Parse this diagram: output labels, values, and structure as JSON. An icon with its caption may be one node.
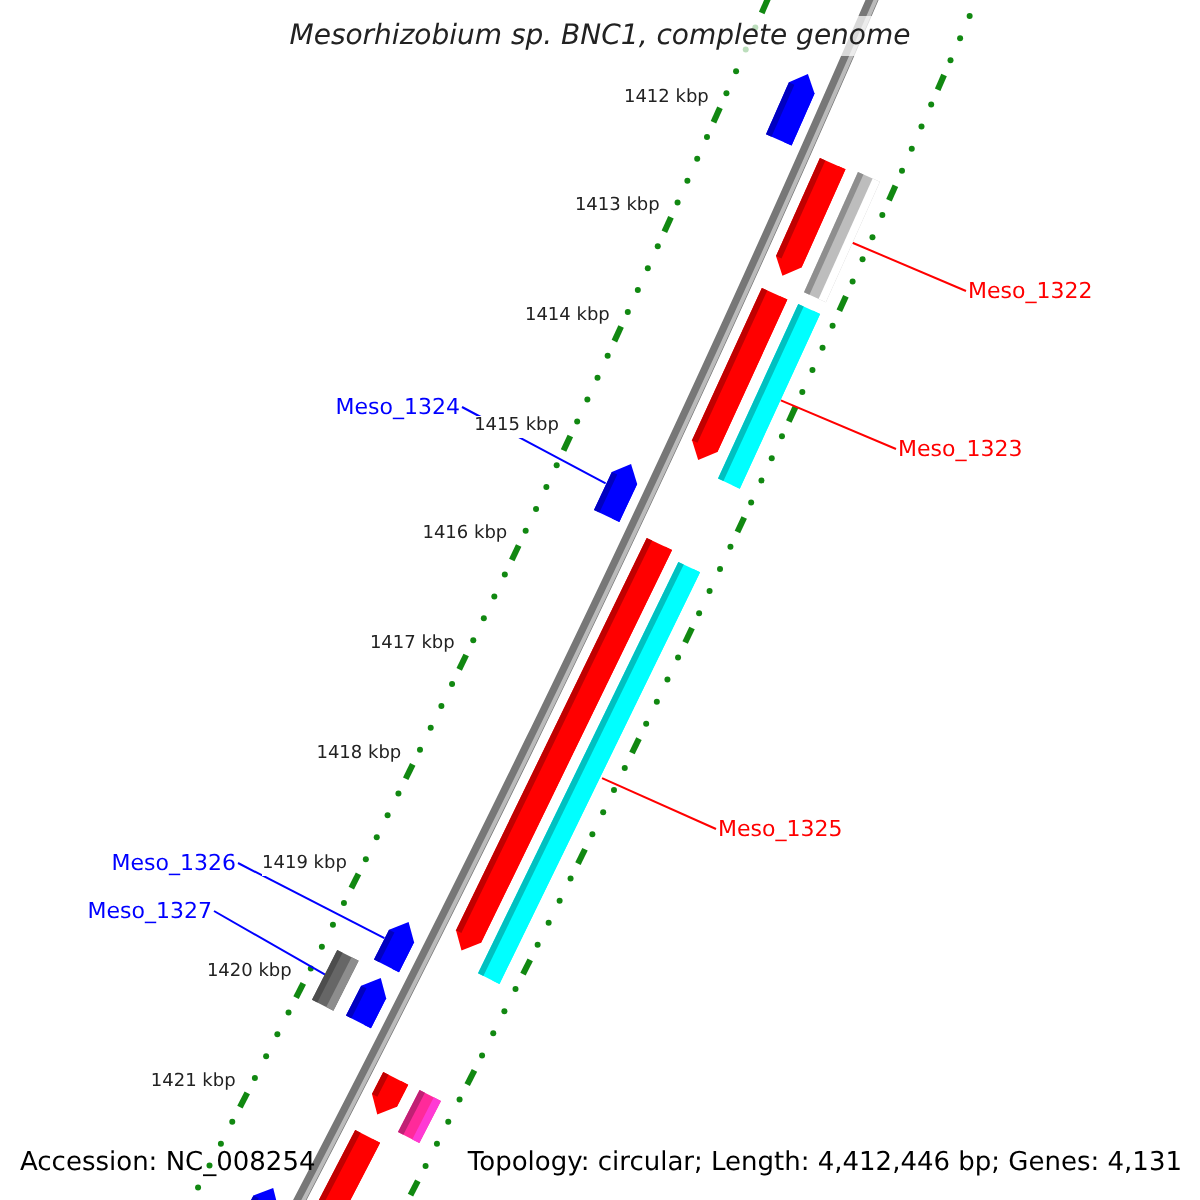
{
  "diagram": {
    "title": "Mesorhizobium sp. BNC1, complete genome",
    "nodes": [
      {
        "text": [],
        "shape": "arrow"
      },
      {
        "text": [],
        "shape": "arrow"
      },
      {
        "text": [
          "Meso_1322"
        ]
      },
      {
        "text": [],
        "shape": "bar"
      },
      {
        "text": [],
        "shape": "arrow"
      },
      {
        "text": [
          "Meso_1323"
        ]
      },
      {
        "text": [],
        "shape": "bar"
      },
      {
        "text": [
          "Meso_1324"
        ]
      },
      {
        "text": [],
        "shape": "arrow"
      },
      {
        "text": [],
        "shape": "arrow"
      },
      {
        "text": [],
        "shape": "bar"
      },
      {
        "text": [
          "Meso_1325"
        ]
      },
      {
        "text": [
          "Meso_1326"
        ]
      },
      {
        "text": [],
        "shape": "arrow"
      },
      {
        "text": [
          "Meso_1327"
        ]
      },
      {
        "text": [],
        "shape": "bar"
      },
      {
        "text": [],
        "shape": "arrow"
      },
      {
        "text": [],
        "shape": "arrow"
      },
      {
        "text": [],
        "shape": "bar"
      },
      {
        "text": [],
        "shape": "arrow"
      },
      {
        "text": [],
        "shape": "arrow"
      }
    ],
    "edges": [
      {
        "from": 2,
        "to": 3,
        "arrow": "none",
        "color": "#ff0000"
      },
      {
        "from": 5,
        "to": 6,
        "arrow": "none",
        "color": "#ff0000"
      },
      {
        "from": 7,
        "to": 8,
        "arrow": "none",
        "color": "#0000ff"
      },
      {
        "from": 11,
        "to": 10,
        "arrow": "none",
        "color": "#ff0000"
      },
      {
        "from": 12,
        "to": 13,
        "arrow": "none",
        "color": "#0000ff"
      },
      {
        "from": 14,
        "to": 15,
        "arrow": "none",
        "color": "#0000ff"
      }
    ],
    "labels": [
      "1412 kbp",
      "1413 kbp",
      "1414 kbp",
      "1415 kbp",
      "1416 kbp",
      "1417 kbp",
      "1418 kbp",
      "1419 kbp",
      "1420 kbp",
      "1421 kbp",
      "Accession: NC_008254",
      "Topology: circular; Length: 4,412,446 bp; Genes: 4,131"
    ]
  }
}
